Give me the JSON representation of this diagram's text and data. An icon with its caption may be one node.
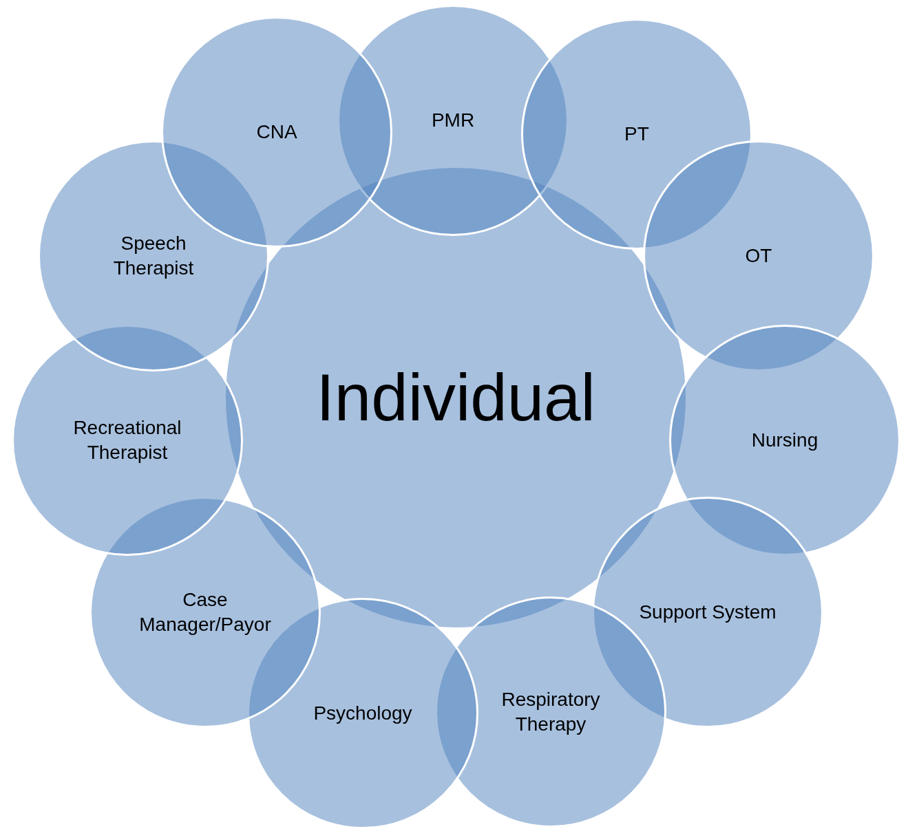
{
  "diagram": {
    "nodes": [
      {
        "text": [
          "Individual"
        ]
      },
      {
        "text": [
          "PMR"
        ]
      },
      {
        "text": [
          "PT"
        ]
      },
      {
        "text": [
          "OT"
        ]
      },
      {
        "text": [
          "Nursing"
        ]
      },
      {
        "text": [
          "Support System"
        ]
      },
      {
        "text": [
          "Respiratory Therapy"
        ]
      },
      {
        "text": [
          "Psychology"
        ]
      },
      {
        "text": [
          "Case Manager/Payor"
        ]
      },
      {
        "text": [
          "Recreational Therapist"
        ]
      },
      {
        "text": [
          "Speech Therapist"
        ]
      },
      {
        "text": [
          "CNA"
        ]
      }
    ],
    "edges": []
  }
}
